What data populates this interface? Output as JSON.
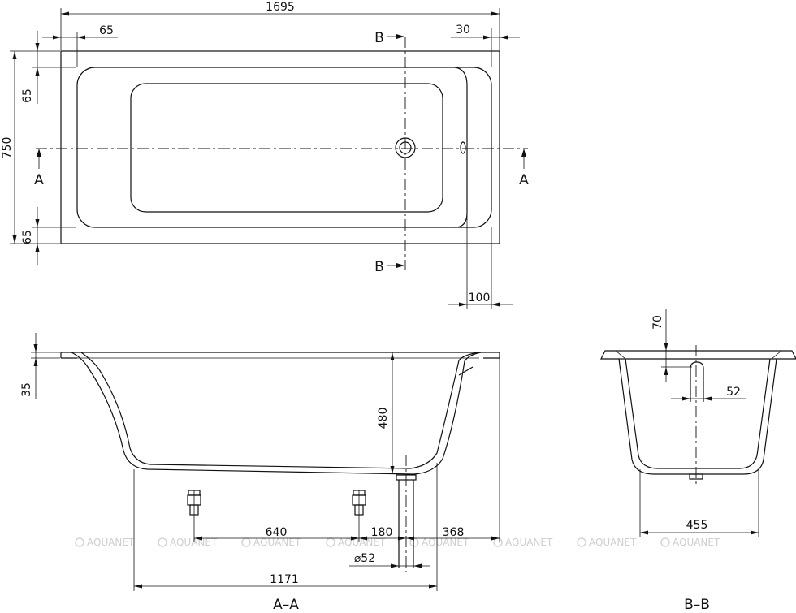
{
  "plan": {
    "dim_length": "1695",
    "dim_edge_left": "65",
    "dim_edge_right": "30",
    "dim_width": "750",
    "dim_rim_top": "65",
    "dim_rim_bottom": "65",
    "dim_drain_offset": "100",
    "section_a_left": "A",
    "section_a_right": "A",
    "section_b_top": "B",
    "section_b_bottom": "B"
  },
  "section_aa": {
    "dim_rim_height": "35",
    "dim_depth": "480",
    "dim_feet_spacing": "640",
    "dim_drain_pos": "180",
    "dim_drain_end": "368",
    "dim_drain_diameter": "⌀52",
    "dim_base_length": "1171",
    "title": "A–A"
  },
  "section_bb": {
    "dim_rim": "70",
    "dim_drain": "52",
    "dim_base_width": "455",
    "title": "B–B"
  },
  "watermark": {
    "text": "AQUANET"
  }
}
